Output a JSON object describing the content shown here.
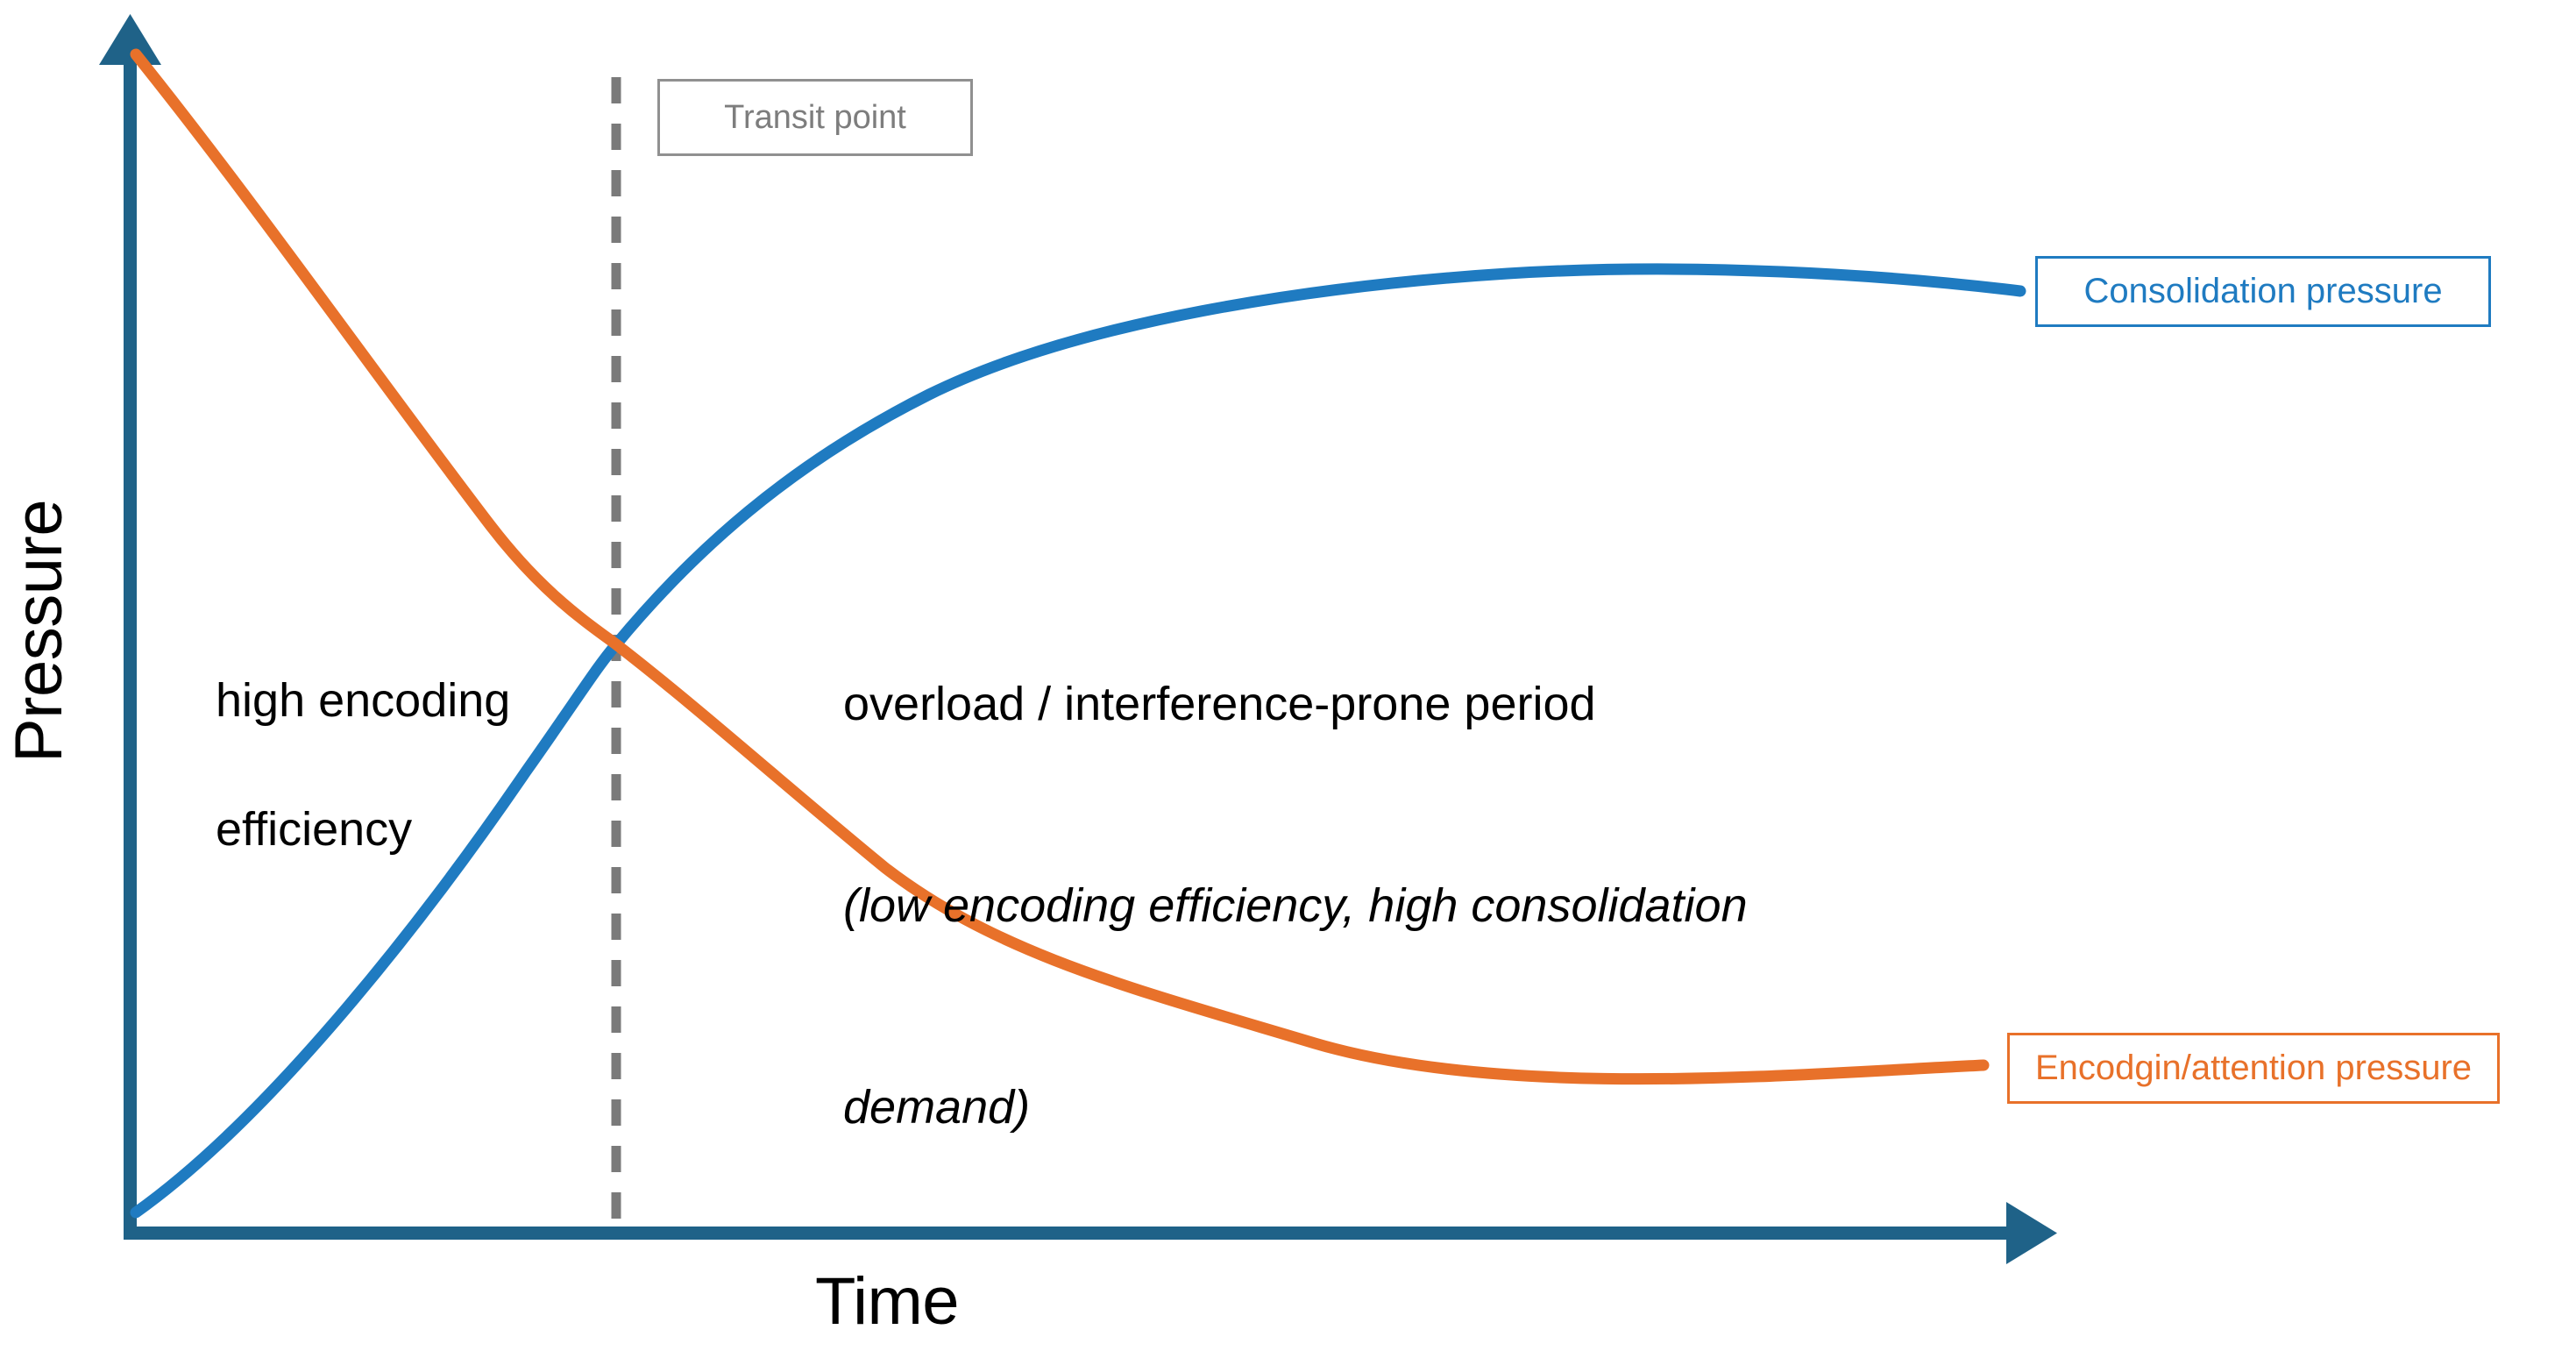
{
  "figure": {
    "background": "#ffffff",
    "axis_color": "#1F6288",
    "guide_color": "#7A7A7A"
  },
  "axes": {
    "y_title": "Pressure",
    "x_title": "Time"
  },
  "annotations": {
    "high_encoding_line1": "high encoding",
    "high_encoding_line2": "efficiency",
    "overload_line1": "overload / interference-prone period",
    "overload_line2": "(low encoding efficiency, high consolidation",
    "overload_line3": "demand)",
    "transit_point": "Transit point"
  },
  "legend": {
    "consolidation_label": "Consolidation pressure",
    "encoding_label": "Encodgin/attention pressure"
  },
  "chart_data": {
    "type": "line",
    "title": "",
    "xlabel": "Time",
    "ylabel": "Pressure",
    "grid": false,
    "legend_position": "inline-right-callouts",
    "xlim": [
      0,
      1
    ],
    "ylim": [
      0,
      1
    ],
    "axis_ticks": {
      "x": [],
      "y": []
    },
    "x": [
      0,
      0.05,
      0.1,
      0.15,
      0.2,
      0.26,
      0.3,
      0.4,
      0.5,
      0.6,
      0.7,
      0.8,
      0.9,
      1.0
    ],
    "series": [
      {
        "name": "Consolidation pressure",
        "color": "#1F7BC1",
        "style": "solid",
        "values": [
          0.02,
          0.11,
          0.2,
          0.28,
          0.35,
          0.5,
          0.56,
          0.7,
          0.78,
          0.84,
          0.88,
          0.91,
          0.93,
          0.95
        ]
      },
      {
        "name": "Encodgin/attention pressure",
        "color": "#E8712A",
        "style": "solid",
        "values": [
          1.0,
          0.88,
          0.78,
          0.69,
          0.62,
          0.5,
          0.46,
          0.38,
          0.32,
          0.27,
          0.23,
          0.19,
          0.16,
          0.13
        ]
      }
    ],
    "markers": [
      {
        "name": "Transit point",
        "type": "vertical-dashed-line",
        "x": 0.26,
        "color": "#7A7A7A",
        "note": "crossover of the two curves"
      }
    ],
    "text_annotations": [
      {
        "text": "high encoding efficiency",
        "x": 0.03,
        "y": 0.52,
        "region": "before transit point"
      },
      {
        "text": "overload / interference-prone period (low encoding efficiency, high consolidation demand)",
        "x": 0.39,
        "y": 0.6,
        "region": "after transit point"
      }
    ]
  }
}
